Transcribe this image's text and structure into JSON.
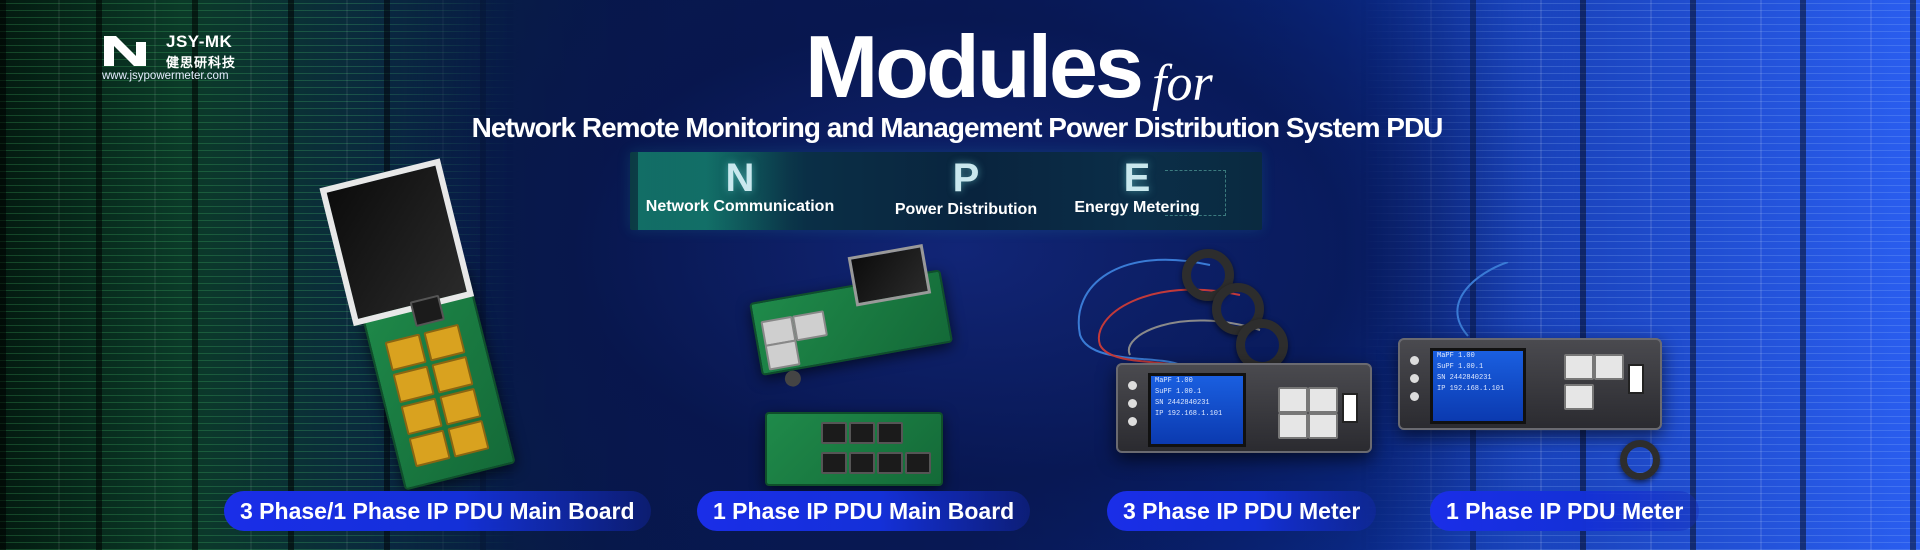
{
  "logo": {
    "brand": "JSY-MK",
    "brand_cn": "健思研科技",
    "url": "www.jsypowermeter.com"
  },
  "title": {
    "main": "Modules",
    "for": "for",
    "subtitle": "Network Remote Monitoring and Management Power Distribution System PDU"
  },
  "npe": [
    {
      "letter": "N",
      "label": "Network Communication"
    },
    {
      "letter": "P",
      "label": "Power Distribution"
    },
    {
      "letter": "E",
      "label": "Energy Metering"
    }
  ],
  "products": [
    {
      "label": "3 Phase/1 Phase IP PDU Main Board"
    },
    {
      "label": "1 Phase IP PDU Main Board"
    },
    {
      "label": "3 Phase IP PDU Meter"
    },
    {
      "label": "1 Phase IP PDU Meter"
    }
  ],
  "meter_screen": [
    "MaPF 1.00",
    "SuPF 1.00.1",
    "SN 2442840231",
    "IP 192.168.1.101"
  ],
  "colors": {
    "accent": "#1a2ee8",
    "pcb": "#1f8a4a",
    "screen": "#1a5fe0"
  }
}
